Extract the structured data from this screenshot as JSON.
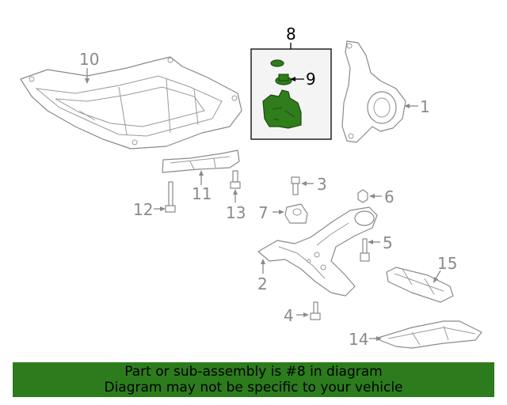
{
  "callouts": {
    "c1": "1",
    "c2": "2",
    "c3": "3",
    "c4": "4",
    "c5": "5",
    "c6": "6",
    "c7": "7",
    "c8": "8",
    "c9": "9",
    "c10": "10",
    "c11": "11",
    "c12": "12",
    "c13": "13",
    "c14": "14",
    "c15": "15"
  },
  "colors": {
    "highlight": "#2f7d1b",
    "banner": "#2c7c1d",
    "parts": "#8a8a8a"
  },
  "banner": {
    "line1": "Part or sub-assembly is #8 in diagram",
    "line2": "Diagram may not be specific to your vehicle"
  }
}
